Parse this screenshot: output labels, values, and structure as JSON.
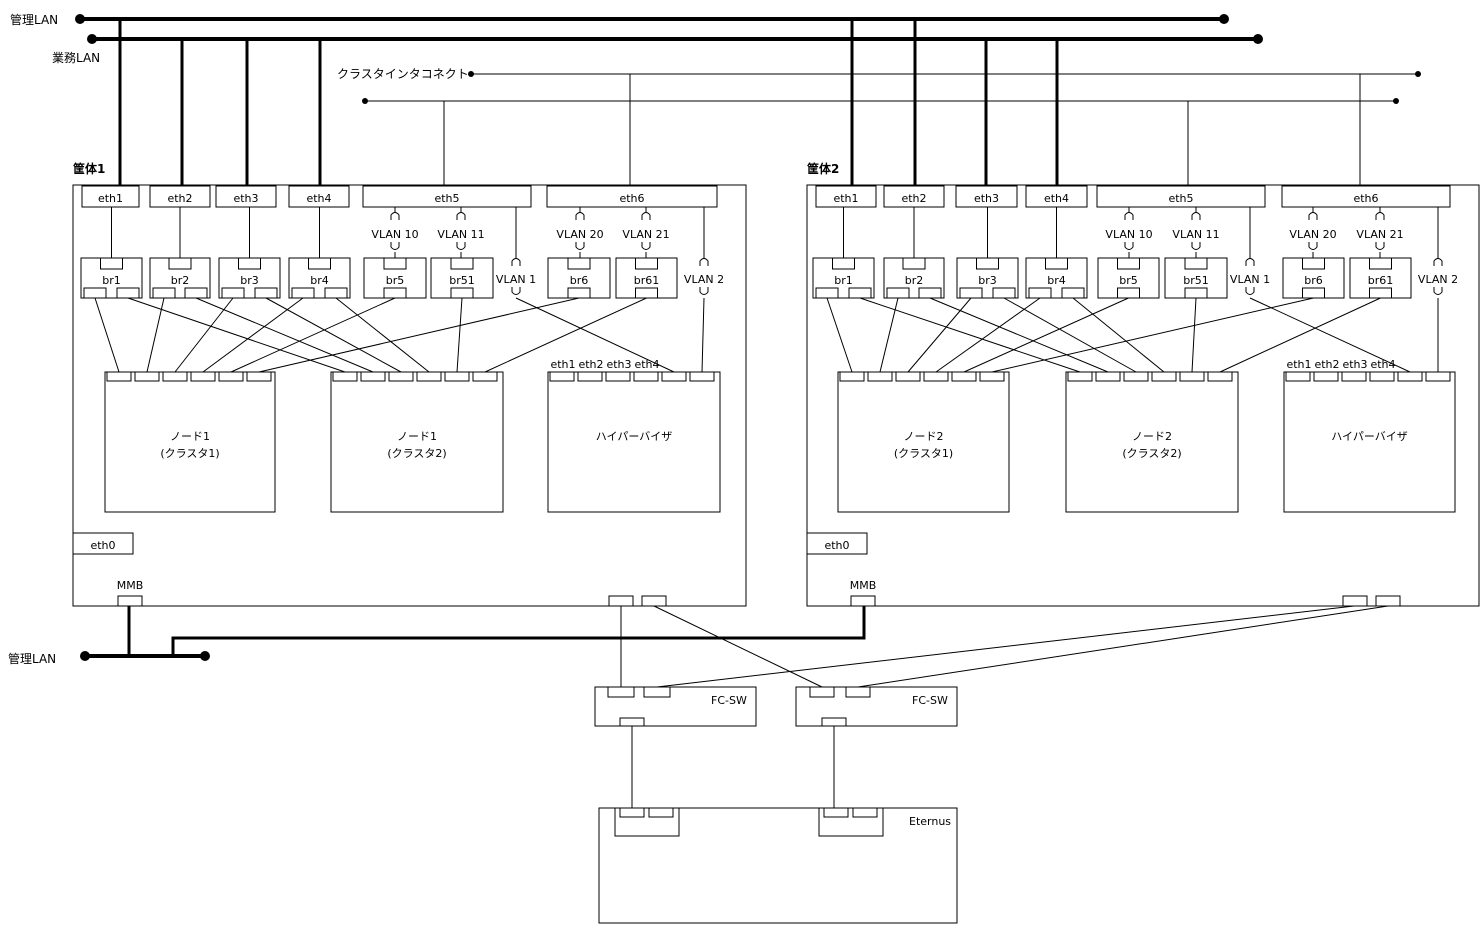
{
  "networks": {
    "mgmt_lan": "管理LAN",
    "biz_lan": "業務LAN",
    "cluster_ic": "クラスタインタコネクト",
    "mgmt_lan_bottom": "管理LAN"
  },
  "chassis": [
    {
      "title": "筐体1",
      "eth": [
        "eth1",
        "eth2",
        "eth3",
        "eth4",
        "eth5",
        "eth6"
      ],
      "vlans": [
        "VLAN 10",
        "VLAN 11",
        "VLAN 20",
        "VLAN 21"
      ],
      "vlan_side": [
        "VLAN 1",
        "VLAN 2"
      ],
      "bridges": [
        "br1",
        "br2",
        "br3",
        "br4",
        "br5",
        "br51",
        "br6",
        "br61"
      ],
      "vm1": [
        "ノード1",
        "(クラスタ1)"
      ],
      "vm2": [
        "ノード1",
        "(クラスタ2)"
      ],
      "hv": "ハイパーバイザ",
      "hv_ports": [
        "eth1",
        "eth2",
        "eth3",
        "eth4"
      ],
      "eth0": "eth0",
      "mmb": "MMB"
    },
    {
      "title": "筐体2",
      "eth": [
        "eth1",
        "eth2",
        "eth3",
        "eth4",
        "eth5",
        "eth6"
      ],
      "vlans": [
        "VLAN 10",
        "VLAN 11",
        "VLAN 20",
        "VLAN 21"
      ],
      "vlan_side": [
        "VLAN 1",
        "VLAN 2"
      ],
      "bridges": [
        "br1",
        "br2",
        "br3",
        "br4",
        "br5",
        "br51",
        "br6",
        "br61"
      ],
      "vm1": [
        "ノード2",
        "(クラスタ1)"
      ],
      "vm2": [
        "ノード2",
        "(クラスタ2)"
      ],
      "hv": "ハイパーバイザ",
      "hv_ports": [
        "eth1",
        "eth2",
        "eth3",
        "eth4"
      ],
      "eth0": "eth0",
      "mmb": "MMB"
    }
  ],
  "fc_switches": [
    "FC-SW",
    "FC-SW"
  ],
  "storage": "Eternus"
}
